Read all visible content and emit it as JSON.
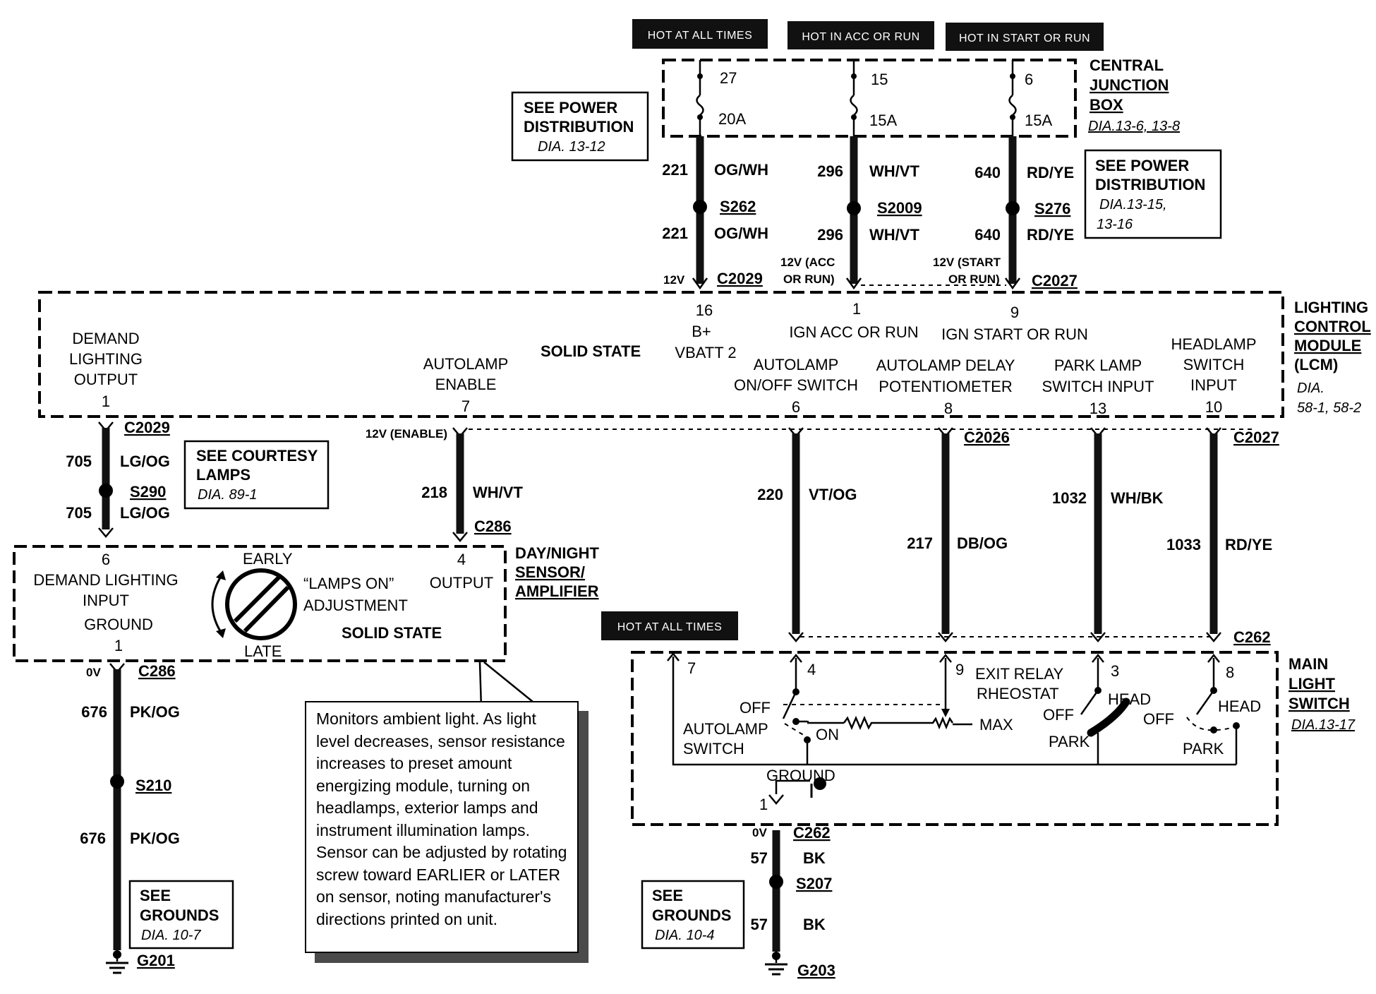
{
  "supply_headers": {
    "hot_at_all_times": "HOT AT ALL TIMES",
    "hot_acc_run": "HOT IN ACC OR RUN",
    "hot_start_run": "HOT IN START OR RUN",
    "hot_at_all_times_2": "HOT AT ALL TIMES"
  },
  "central_junction_box": {
    "line1": "CENTRAL",
    "line2": "JUNCTION",
    "line3": "BOX",
    "dia": "DIA.13-6, 13-8",
    "fuses": [
      {
        "num": "27",
        "amps": "20A"
      },
      {
        "num": "15",
        "amps": "15A"
      },
      {
        "num": "6",
        "amps": "15A"
      }
    ]
  },
  "power_dist_left": {
    "line1": "SEE POWER",
    "line2": "DISTRIBUTION",
    "dia": "DIA. 13-12"
  },
  "power_dist_right": {
    "line1": "SEE POWER",
    "line2": "DISTRIBUTION",
    "dia1": "DIA.13-15,",
    "dia2": "13-16"
  },
  "top_wires": {
    "w1": {
      "circuit": "221",
      "color": "OG/WH",
      "splice": "S262"
    },
    "w2": {
      "circuit": "296",
      "color": "WH/VT",
      "splice": "S2009"
    },
    "w3": {
      "circuit": "640",
      "color": "RD/YE",
      "splice": "S276"
    },
    "v1": "12V",
    "v2a": "12V (ACC",
    "v2b": "OR RUN)",
    "v3a": "12V (START",
    "v3b": "OR RUN)",
    "c_left": "C2029",
    "c_right": "C2027"
  },
  "lcm": {
    "line1": "LIGHTING",
    "line2": "CONTROL",
    "line3": "MODULE",
    "line4": "(LCM)",
    "dia1": "DIA.",
    "dia2": "58-1, 58-2",
    "solid_state": "SOLID STATE",
    "pin16": "16",
    "pin16_a": "B+",
    "pin16_b": "VBATT 2",
    "pin1": "1",
    "pin1_label": "IGN ACC OR RUN",
    "pin9": "9",
    "pin9_label": "IGN START OR RUN",
    "demand1": "DEMAND",
    "demand2": "LIGHTING",
    "demand3": "OUTPUT",
    "demand_pin": "1",
    "autoen1": "AUTOLAMP",
    "autoen2": "ENABLE",
    "autoen_pin": "7",
    "onoff1": "AUTOLAMP",
    "onoff2": "ON/OFF SWITCH",
    "onoff_pin": "6",
    "delay1": "AUTOLAMP DELAY",
    "delay2": "POTENTIOMETER",
    "delay_pin": "8",
    "park1": "PARK LAMP",
    "park2": "SWITCH INPUT",
    "park_pin": "13",
    "head1": "HEADLAMP",
    "head2": "SWITCH",
    "head3": "INPUT",
    "head_pin": "10"
  },
  "mid_wires": {
    "c2029": "C2029",
    "w705": "705",
    "lgog": "LG/OG",
    "s290": "S290",
    "enable_v": "12V (ENABLE)",
    "w218": "218",
    "whvt": "WH/VT",
    "c286": "C286",
    "w220": "220",
    "vtog": "VT/OG",
    "w217": "217",
    "dbog": "DB/OG",
    "c2026": "C2026",
    "w1032": "1032",
    "whbk": "WH/BK",
    "w1033": "1033",
    "rdye": "RD/YE",
    "c2027": "C2027",
    "c262": "C262"
  },
  "courtesy": {
    "line1": "SEE COURTESY",
    "line2": "LAMPS",
    "dia": "DIA. 89-1"
  },
  "sensor": {
    "title1": "DAY/NIGHT",
    "title2": "SENSOR/",
    "title3": "AMPLIFIER",
    "pin6": "6",
    "demand1": "DEMAND LIGHTING",
    "demand2": "INPUT",
    "ground": "GROUND",
    "pin1": "1",
    "early": "EARLY",
    "late": "LATE",
    "lamps_on1": "“LAMPS ON”",
    "lamps_on2": "ADJUSTMENT",
    "pin4": "4",
    "output": "OUTPUT",
    "solid_state": "SOLID STATE"
  },
  "left_ground": {
    "v": "0V",
    "c286": "C286",
    "w676": "676",
    "pkog": "PK/OG",
    "s210": "S210",
    "see": "SEE",
    "grounds": "GROUNDS",
    "dia": "DIA. 10-7",
    "g201": "G201"
  },
  "note_text": "Monitors ambient light. As light level decreases, sensor resistance increases to preset amount energizing module, turning on headlamps, exterior lamps and instrument illumination lamps. Sensor can be adjusted by rotating screw toward EARLIER or LATER on sensor, noting manufacturer's directions printed on unit.",
  "main_switch": {
    "line1": "MAIN",
    "line2": "LIGHT",
    "line3": "SWITCH",
    "dia": "DIA.13-17",
    "p7": "7",
    "p4": "4",
    "p9": "9",
    "p3": "3",
    "p8": "8",
    "off": "OFF",
    "autolamp": "AUTOLAMP",
    "switch": "SWITCH",
    "on": "ON",
    "exit1": "EXIT RELAY",
    "exit2": "RHEOSTAT",
    "max": "MAX",
    "off2": "OFF",
    "head": "HEAD",
    "park": "PARK",
    "off3": "OFF",
    "head2": "HEAD",
    "park2": "PARK",
    "ground": "GROUND",
    "p1": "1"
  },
  "right_ground": {
    "v": "0V",
    "c262": "C262",
    "w57": "57",
    "bk": "BK",
    "s207": "S207",
    "see": "SEE",
    "grounds": "GROUNDS",
    "dia": "DIA. 10-4",
    "g203": "G203"
  }
}
